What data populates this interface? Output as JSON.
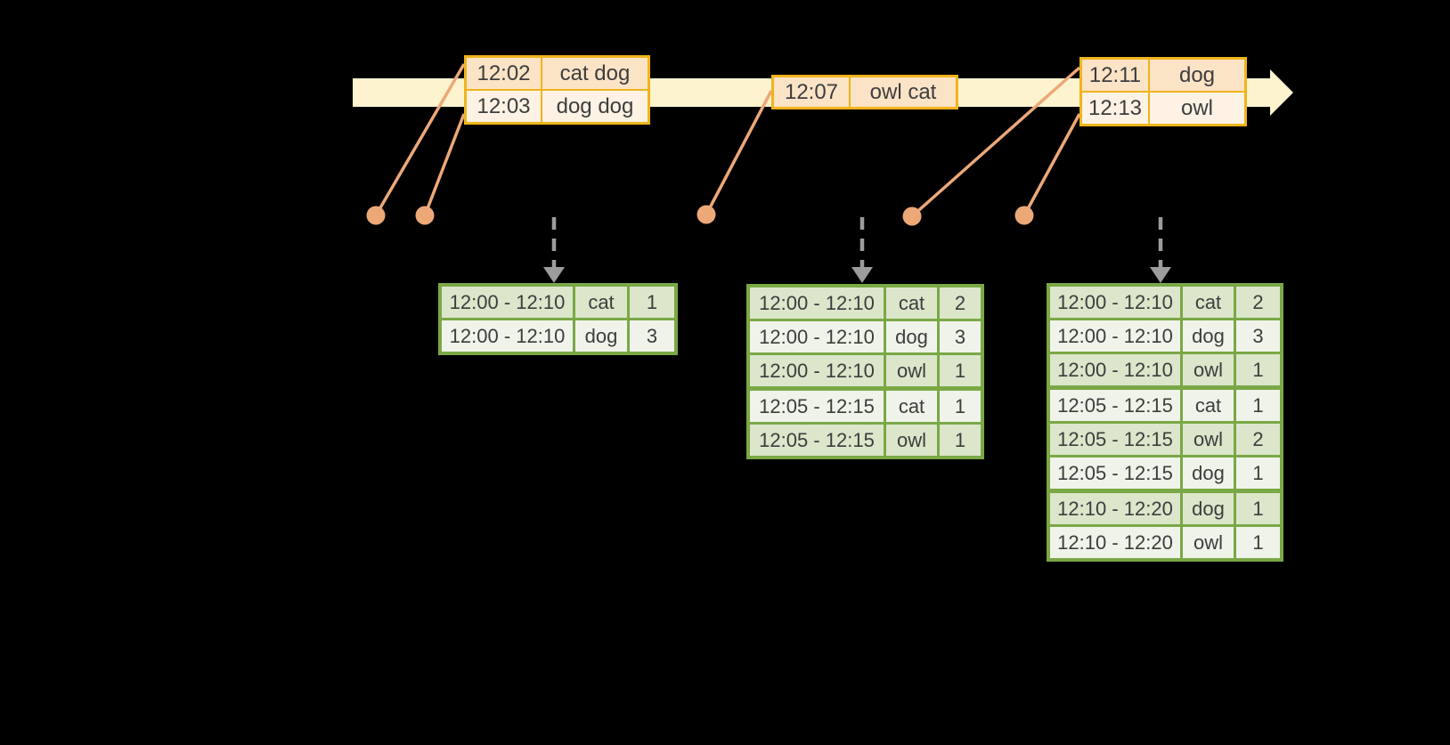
{
  "diagram": {
    "colors": {
      "background": "#000000",
      "timeline_fill": "#fdf3cf",
      "event_border": "#f0b41c",
      "event_row_a": "#fbe3c6",
      "event_row_b": "#fdf2e4",
      "connector": "#eda878",
      "trigger_arrow": "#9c9c9c",
      "result_border": "#7aa845",
      "result_row_a": "#dbe6cb",
      "result_row_b": "#eff3e9",
      "text": "#3d3d3d"
    },
    "event_tables": [
      {
        "rows": [
          {
            "time": "12:02",
            "words": "cat dog"
          },
          {
            "time": "12:03",
            "words": "dog dog"
          }
        ]
      },
      {
        "rows": [
          {
            "time": "12:07",
            "words": "owl cat"
          }
        ]
      },
      {
        "rows": [
          {
            "time": "12:11",
            "words": "dog"
          },
          {
            "time": "12:13",
            "words": "owl"
          }
        ]
      }
    ],
    "result_tables": [
      {
        "rows": [
          {
            "window": "12:00 - 12:10",
            "word": "cat",
            "count": "1"
          },
          {
            "window": "12:00 - 12:10",
            "word": "dog",
            "count": "3"
          }
        ]
      },
      {
        "rows": [
          {
            "window": "12:00 - 12:10",
            "word": "cat",
            "count": "2"
          },
          {
            "window": "12:00 - 12:10",
            "word": "dog",
            "count": "3"
          },
          {
            "window": "12:00 - 12:10",
            "word": "owl",
            "count": "1"
          },
          {
            "window": "12:05 - 12:15",
            "word": "cat",
            "count": "1"
          },
          {
            "window": "12:05 - 12:15",
            "word": "owl",
            "count": "1"
          }
        ]
      },
      {
        "rows": [
          {
            "window": "12:00 - 12:10",
            "word": "cat",
            "count": "2"
          },
          {
            "window": "12:00 - 12:10",
            "word": "dog",
            "count": "3"
          },
          {
            "window": "12:00 - 12:10",
            "word": "owl",
            "count": "1"
          },
          {
            "window": "12:05 - 12:15",
            "word": "cat",
            "count": "1"
          },
          {
            "window": "12:05 - 12:15",
            "word": "owl",
            "count": "2"
          },
          {
            "window": "12:05 - 12:15",
            "word": "dog",
            "count": "1"
          },
          {
            "window": "12:10 - 12:20",
            "word": "dog",
            "count": "1"
          },
          {
            "window": "12:10 - 12:20",
            "word": "owl",
            "count": "1"
          }
        ]
      }
    ]
  }
}
